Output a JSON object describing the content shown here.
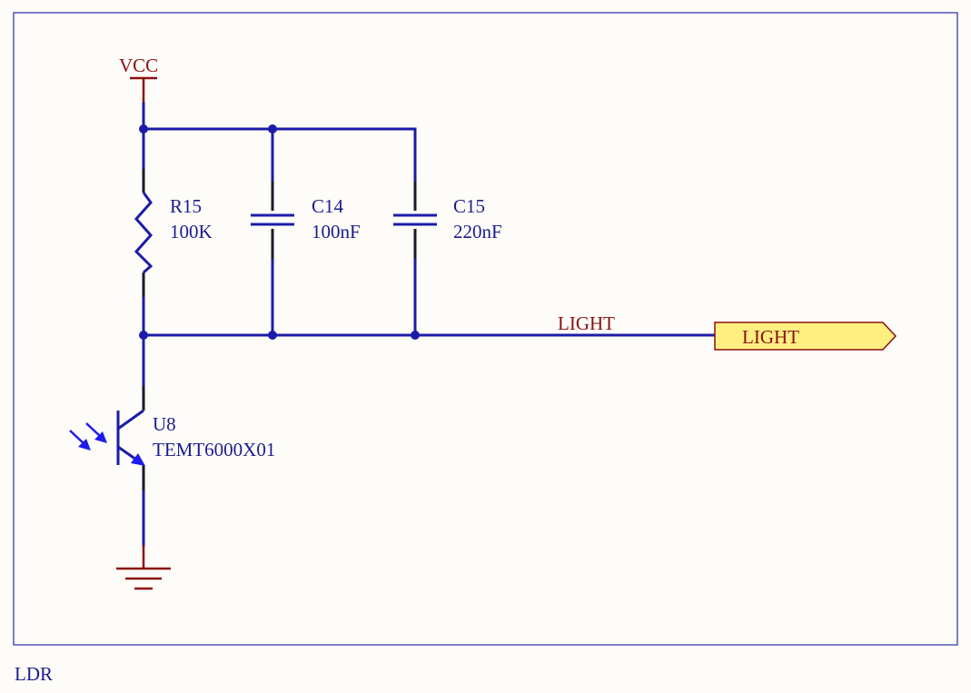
{
  "sheet": {
    "title": "LDR"
  },
  "power": {
    "vcc_label": "VCC"
  },
  "components": {
    "r15": {
      "designator": "R15",
      "value": "100K"
    },
    "c14": {
      "designator": "C14",
      "value": "100nF"
    },
    "c15": {
      "designator": "C15",
      "value": "220nF"
    },
    "u8": {
      "designator": "U8",
      "value": "TEMT6000X01"
    }
  },
  "net": {
    "label": "LIGHT"
  },
  "port": {
    "label": "LIGHT"
  },
  "colors": {
    "wire": "#1c1ca8",
    "power": "#8b1010",
    "port_fill": "#ffef80",
    "light_arrow": "#1c1cf0",
    "background": "#fdfcf8"
  }
}
